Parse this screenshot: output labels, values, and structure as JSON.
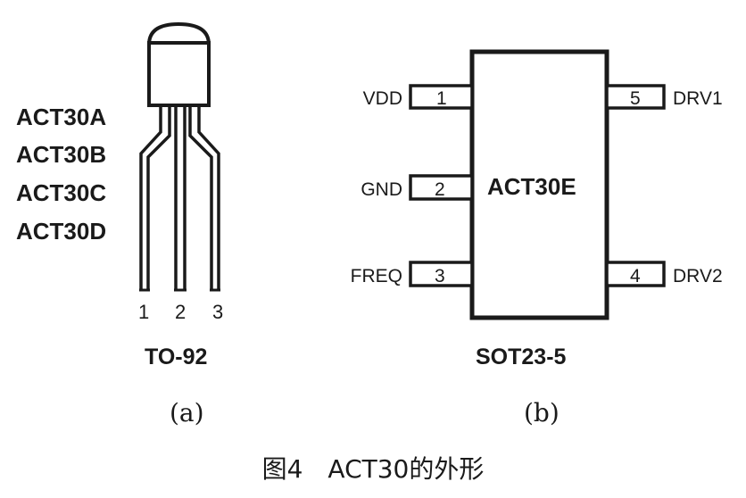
{
  "to92": {
    "part_names": [
      "ACT30A",
      "ACT30B",
      "ACT30C",
      "ACT30D"
    ],
    "pin_numbers": [
      "1",
      "2",
      "3"
    ],
    "package": "TO-92",
    "sub_label": "(a)"
  },
  "sot23": {
    "chip_name": "ACT30E",
    "package": "SOT23-5",
    "sub_label": "(b)",
    "left_pins": [
      {
        "name": "VDD",
        "number": "1"
      },
      {
        "name": "GND",
        "number": "2"
      },
      {
        "name": "FREQ",
        "number": "3"
      }
    ],
    "right_pins": [
      {
        "name": "DRV1",
        "number": "5"
      },
      {
        "name": "DRV2",
        "number": "4"
      }
    ]
  },
  "caption": "图4　ACT30的外形"
}
